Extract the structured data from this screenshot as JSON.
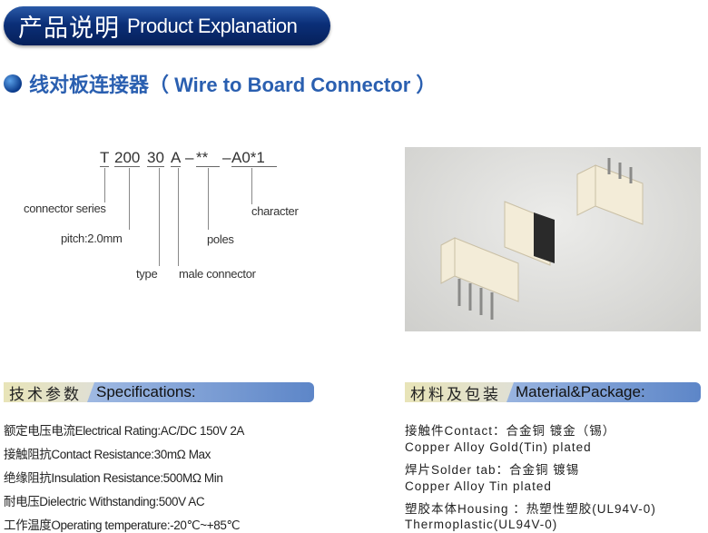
{
  "header": {
    "title_cn": "产品说明",
    "title_en": "Product Explanation"
  },
  "subtitle": "线对板连接器（ Wire to Board Connector ）",
  "part_number": {
    "segments": [
      "T",
      "200",
      "30",
      "A",
      "**",
      "A0*1"
    ],
    "separator": "–"
  },
  "labels": {
    "series": "connector series",
    "pitch": "pitch:2.0mm",
    "type": "type",
    "male": "male connector",
    "poles": "poles",
    "character": "character"
  },
  "specs": {
    "title_cn": "技术参数",
    "title_en": "Specifications:",
    "items": [
      "额定电压电流Electrical Rating:AC/DC 150V 2A",
      "接触阻抗Contact Resistance:30mΩ Max",
      "绝缘阻抗Insulation Resistance:500MΩ Min",
      "耐电压Dielectric Withstanding:500V AC",
      "工作温度Operating temperature:-20℃~+85℃"
    ]
  },
  "material": {
    "title_cn": "材料及包装",
    "title_en": "Material&Package:",
    "items": [
      "接触件Contact：合金铜 镀金（锡）",
      "Copper Alloy Gold(Tin) plated",
      "焊片Solder tab：合金铜 镀锡",
      "Copper Alloy Tin plated",
      "塑胶本体Housing ：热塑性塑胶(UL94V-0)",
      "Thermoplastic(UL94V-0)"
    ]
  }
}
